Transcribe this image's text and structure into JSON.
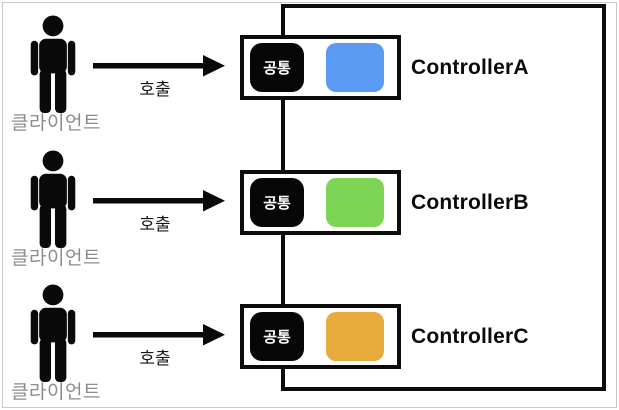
{
  "diagram": {
    "description_colors": {
      "outer_border": "#0d0d0d",
      "box_border": "#0c0c0c",
      "badge_bg": "#070707",
      "badge_text": "#ffffff",
      "client_text": "#8c8c8c",
      "call_text": "#161616",
      "controller_text": "#0b0b0b"
    },
    "icons": {
      "client": "person-icon",
      "call": "arrow-right-icon"
    },
    "rows": [
      {
        "client_label": "클라이언트",
        "call_label": "호출",
        "common_badge": "공통",
        "controller_label": "ControllerA",
        "chip_color": "#5b9af2"
      },
      {
        "client_label": "클라이언트",
        "call_label": "호출",
        "common_badge": "공통",
        "controller_label": "ControllerB",
        "chip_color": "#7ed455"
      },
      {
        "client_label": "클라이언트",
        "call_label": "호출",
        "common_badge": "공통",
        "controller_label": "ControllerC",
        "chip_color": "#e9aa3e"
      }
    ]
  }
}
